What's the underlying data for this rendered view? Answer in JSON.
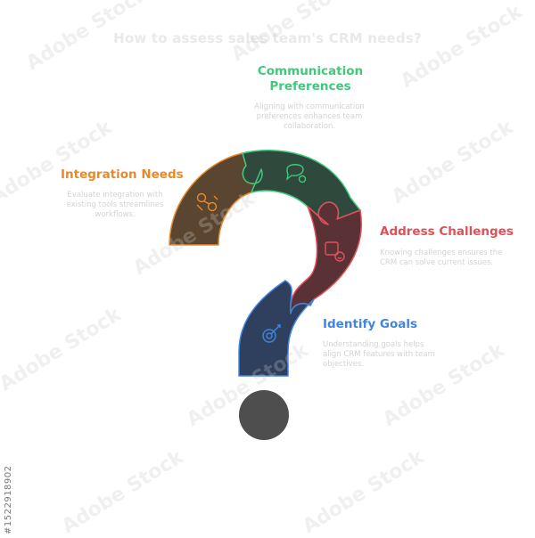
{
  "title": "How to assess sales team's CRM needs?",
  "watermark_text": "Adobe Stock",
  "stock_id": "#1522918902",
  "segments": [
    {
      "id": "integration",
      "label": "Integration Needs",
      "description": "Evaluate integration with existing tools streamlines workflows.",
      "label_color": "#e8892b",
      "fill": "#5a4630",
      "stroke": "#e8892b",
      "icon": "gears-icon"
    },
    {
      "id": "communication",
      "label": "Communication Preferences",
      "description": "Aligning with communication preferences enhances team collaboration.",
      "label_color": "#3fc97a",
      "fill": "#2f4a3d",
      "stroke": "#3fc97a",
      "icon": "chat-gear-icon"
    },
    {
      "id": "challenges",
      "label": "Address Challenges",
      "description": "Knowing challenges ensures the CRM can solve current issues.",
      "label_color": "#e0505a",
      "fill": "#5a3236",
      "stroke": "#e0505a",
      "icon": "puzzle-face-icon"
    },
    {
      "id": "goals",
      "label": "Identify Goals",
      "description": "Understanding goals helps align CRM features with team objectives.",
      "label_color": "#3f86e0",
      "fill": "#2f3f5e",
      "stroke": "#3f86e0",
      "icon": "target-icon"
    }
  ],
  "dot_color": "#4e4e4e"
}
